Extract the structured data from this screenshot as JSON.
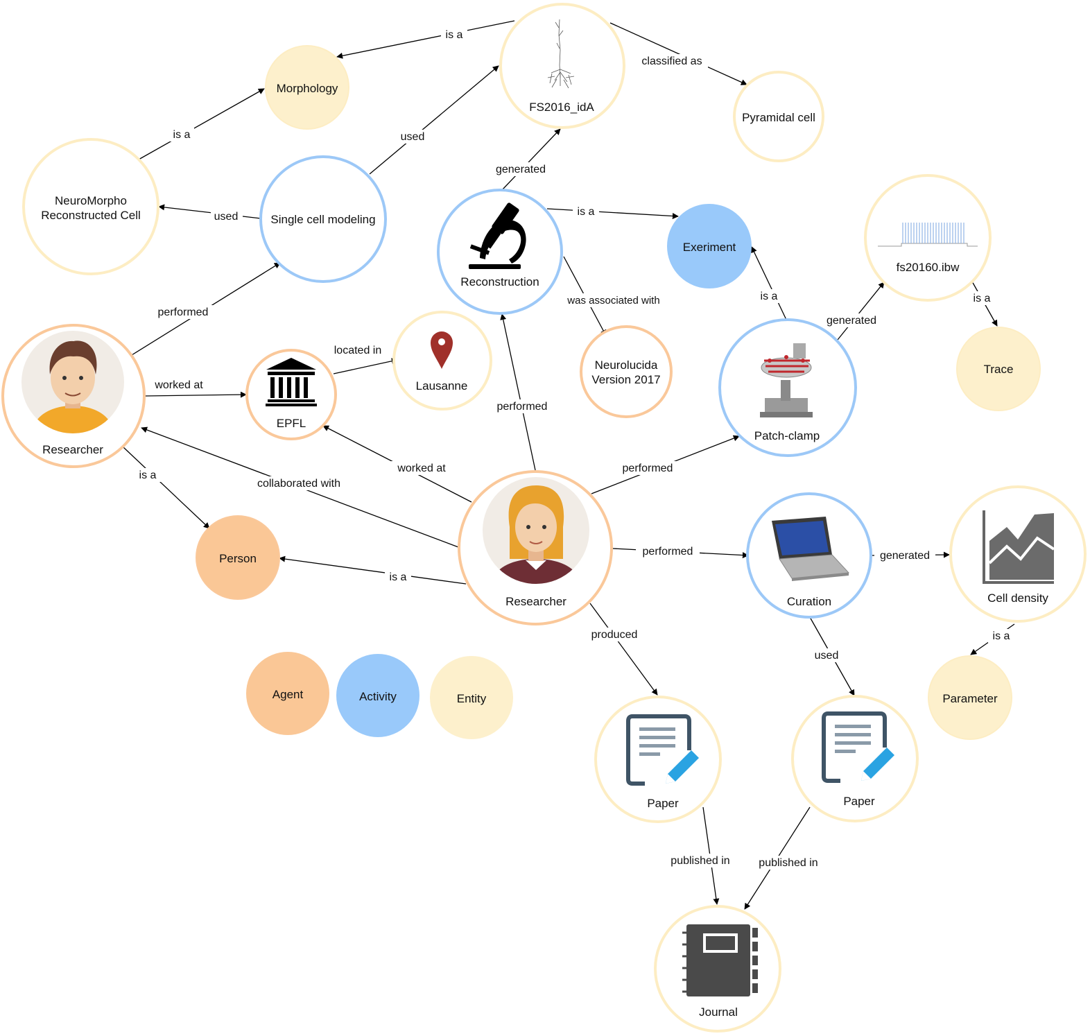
{
  "colors": {
    "agent_stroke": "#FAC89A",
    "agent_fill": "#FAC796",
    "activity_stroke": "#9CC8F7",
    "activity_fill": "#99C9FA",
    "entity_stroke": "#FDEDC3",
    "entity_fill": "#FDF0CC",
    "edge": "#000000"
  },
  "nodes": {
    "fs2016": "FS2016_idA",
    "morphology": "Morphology",
    "pyramidal": "Pyramidal cell",
    "neuromorpho_1": "NeuroMorpho",
    "neuromorpho_2": "Reconstructed Cell",
    "single_cell": "Single cell modeling",
    "reconstruction": "Reconstruction",
    "experiment": "Exeriment",
    "fs20160": "fs20160.ibw",
    "trace": "Trace",
    "researcher_m": "Researcher",
    "epfl": "EPFL",
    "lausanne": "Lausanne",
    "neurolucida_1": "Neurolucida",
    "neurolucida_2": "Version 2017",
    "patch_clamp": "Patch-clamp",
    "person": "Person",
    "researcher_f": "Researcher",
    "curation": "Curation",
    "cell_density": "Cell density",
    "parameter": "Parameter",
    "paper_1": "Paper",
    "paper_2": "Paper",
    "journal": "Journal"
  },
  "legend": {
    "agent": "Agent",
    "activity": "Activity",
    "entity": "Entity"
  },
  "edges": {
    "fs2016_isa_morphology": "is a",
    "fs2016_classified": "classified as",
    "neuromorpho_isa": "is a",
    "single_used_fs2016": "used",
    "single_used_neuromorpho": "used",
    "reconstruction_generated": "generated",
    "reconstruction_isa": "is a",
    "reconstruction_assoc": "was associated with",
    "researcher_m_performed": "performed",
    "researcher_m_worked": "worked at",
    "researcher_m_isa": "is a",
    "epfl_located": "located in",
    "patch_isa": "is a",
    "patch_generated": "generated",
    "fs20160_isa": "is a",
    "researcher_f_performed_recon": "performed",
    "researcher_f_worked": "worked at",
    "researcher_f_collab": "collaborated with",
    "researcher_f_performed_patch": "performed",
    "researcher_f_performed_curation": "performed",
    "researcher_f_isa": "is a",
    "researcher_f_produced": "produced",
    "curation_generated": "generated",
    "curation_used": "used",
    "cell_density_isa": "is a",
    "paper1_published": "published in",
    "paper2_published": "published in"
  }
}
